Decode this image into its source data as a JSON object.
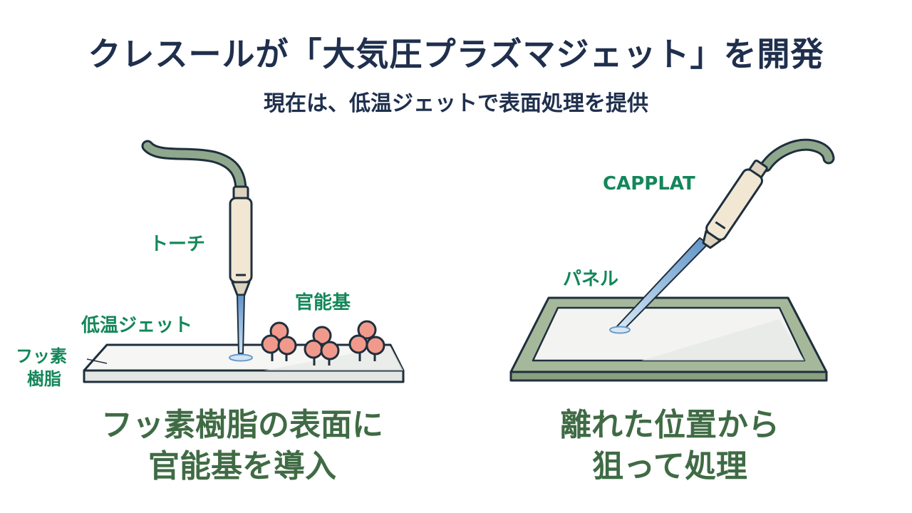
{
  "title": "クレスールが「大気圧プラズマジェット」を開発",
  "subtitle": "現在は、低温ジェットで表面処理を提供",
  "left": {
    "labels": {
      "torch": "トーチ",
      "low_temp_jet": "低温ジェット",
      "fluororesin_line1": "フッ素",
      "fluororesin_line2": "樹脂",
      "functional_group": "官能基"
    },
    "caption_line1": "フッ素樹脂の表面に",
    "caption_line2": "官能基を導入"
  },
  "right": {
    "labels": {
      "device": "CAPPLAT",
      "panel": "パネル"
    },
    "caption_line1": "離れた位置から",
    "caption_line2": "狙って処理"
  },
  "colors": {
    "title": "#1f2f4d",
    "label": "#13875a",
    "caption": "#3f6b44",
    "outline": "#1f2f3d",
    "torch_body": "#f1e7d3",
    "cable": "#8fa88d",
    "plasma": "#8ab7e0",
    "functional_group": "#f19a8c",
    "panel_frame": "#a5b89a",
    "panel_surface": "#f3f4f2"
  }
}
